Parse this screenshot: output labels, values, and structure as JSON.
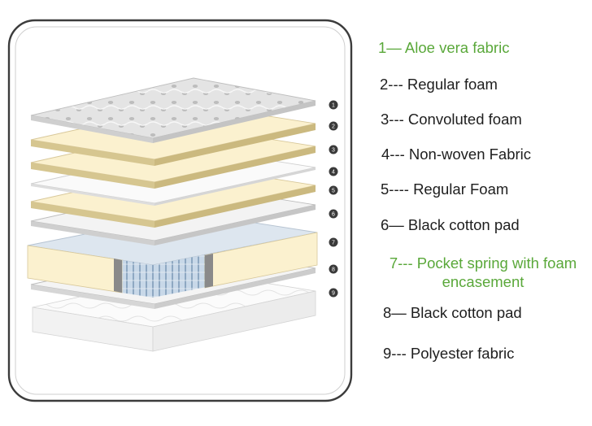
{
  "diagram": {
    "type": "exploded mattress layer cross-section",
    "layer_markers": [
      "1",
      "2",
      "3",
      "4",
      "5",
      "6",
      "7",
      "8",
      "9"
    ],
    "colors": {
      "frame_stroke": "#3c3c3c",
      "fabric": "#e6e6e6",
      "foam": "#fbf1cf",
      "foam_edge": "#d8c89a",
      "white_layer": "#f7f7f7",
      "spring": "#b9cde0",
      "marker": "#3a3a3a"
    }
  },
  "legend": {
    "items": [
      {
        "line1": "1— Aloe vera fabric",
        "line2": "",
        "color": "#5aa83a"
      },
      {
        "line1": "2--- Regular foam",
        "line2": "",
        "color": "#1e1e1e"
      },
      {
        "line1": "3--- Convoluted foam",
        "line2": "",
        "color": "#1e1e1e"
      },
      {
        "line1": "4--- Non-woven Fabric",
        "line2": "",
        "color": "#1e1e1e"
      },
      {
        "line1": "5---- Regular Foam",
        "line2": "",
        "color": "#1e1e1e"
      },
      {
        "line1": "6— Black cotton pad",
        "line2": "",
        "color": "#1e1e1e"
      },
      {
        "line1": "7--- Pocket spring with foam",
        "line2": "encasement",
        "color": "#5aa83a"
      },
      {
        "line1": "8— Black cotton pad",
        "line2": "",
        "color": "#1e1e1e"
      },
      {
        "line1": "9--- Polyester fabric",
        "line2": "",
        "color": "#1e1e1e"
      }
    ]
  }
}
